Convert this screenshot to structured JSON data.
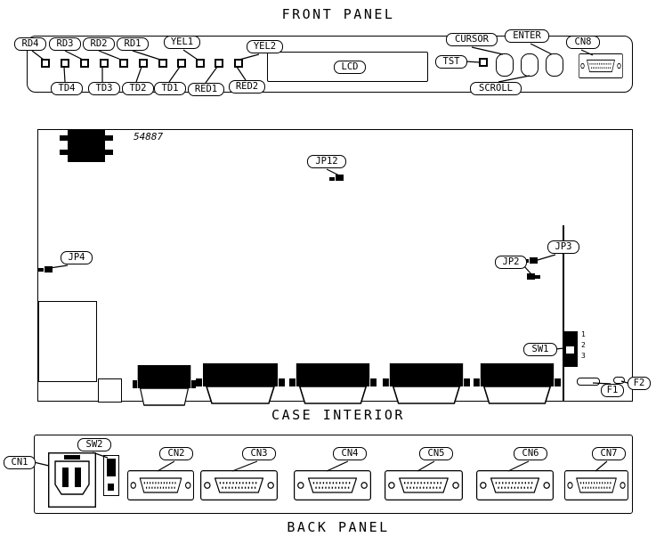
{
  "titles": {
    "front_panel": "FRONT PANEL",
    "case_interior": "CASE INTERIOR",
    "back_panel": "BACK PANEL"
  },
  "front_panel": {
    "top_led_labels": [
      "RD4",
      "RD3",
      "RD2",
      "RD1",
      "YEL1",
      "YEL2"
    ],
    "bottom_led_labels": [
      "TD4",
      "TD3",
      "TD2",
      "TD1",
      "RED1",
      "RED2"
    ],
    "lcd": "LCD",
    "tst": "TST",
    "cursor": "CURSOR",
    "enter": "ENTER",
    "scroll": "SCROLL",
    "cn8": "CN8"
  },
  "case_interior": {
    "board_number": "54887",
    "jp12": "JP12",
    "jp4": "JP4",
    "jp2": "JP2",
    "jp3": "JP3",
    "sw1": "SW1",
    "sw1_positions": [
      "1",
      "2",
      "3"
    ],
    "f1": "F1",
    "f2": "F2"
  },
  "back_panel": {
    "cn1": "CN1",
    "sw2": "SW2",
    "connector_labels": [
      "CN2",
      "CN3",
      "CN4",
      "CN5",
      "CN6",
      "CN7"
    ]
  }
}
